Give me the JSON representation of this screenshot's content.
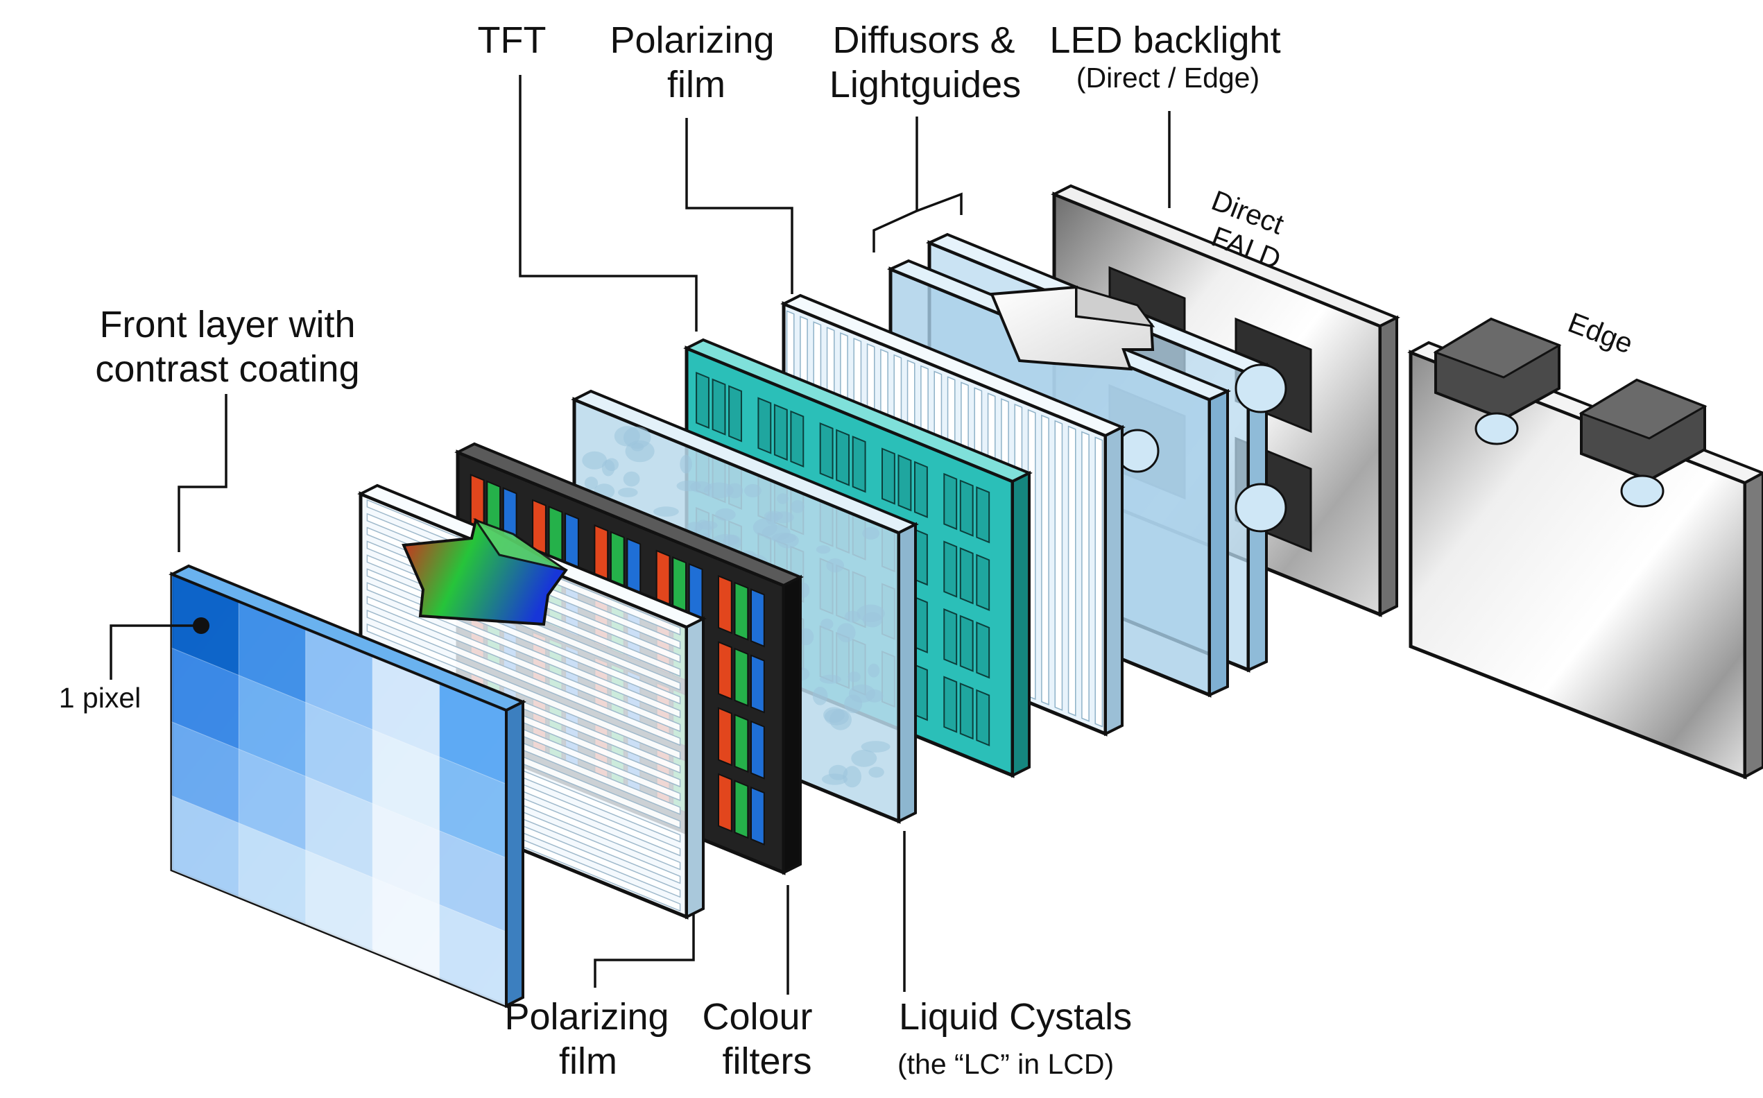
{
  "labels": {
    "tft": "TFT",
    "polarizing_film_back": [
      "Polarizing",
      "film"
    ],
    "diffusors": [
      "Diffusors &",
      "Lightguides"
    ],
    "led_backlight": "LED backlight",
    "led_backlight_sub": "(Direct / Edge)",
    "direct_fald": [
      "Direct",
      "FALD"
    ],
    "edge": "Edge",
    "front_layer": [
      "Front layer with",
      "contrast coating"
    ],
    "one_pixel": "1 pixel",
    "polarizing_film_front": [
      "Polarizing",
      "film"
    ],
    "colour_filters": [
      "Colour",
      "filters"
    ],
    "liquid_crystals": "Liquid Cystals",
    "liquid_crystals_sub": "(the “LC” in LCD)"
  },
  "colors": {
    "front_layer": "#4a9ef0",
    "pixel_dark": "#0b62c7",
    "tft": "#2bbfb8",
    "filter_red": "#e2461d",
    "filter_green": "#25b14a",
    "filter_blue": "#1f6fd6",
    "frame_black": "#222222",
    "glass": "#bcdcf0",
    "backlight_grey": "#b9b9b9"
  }
}
